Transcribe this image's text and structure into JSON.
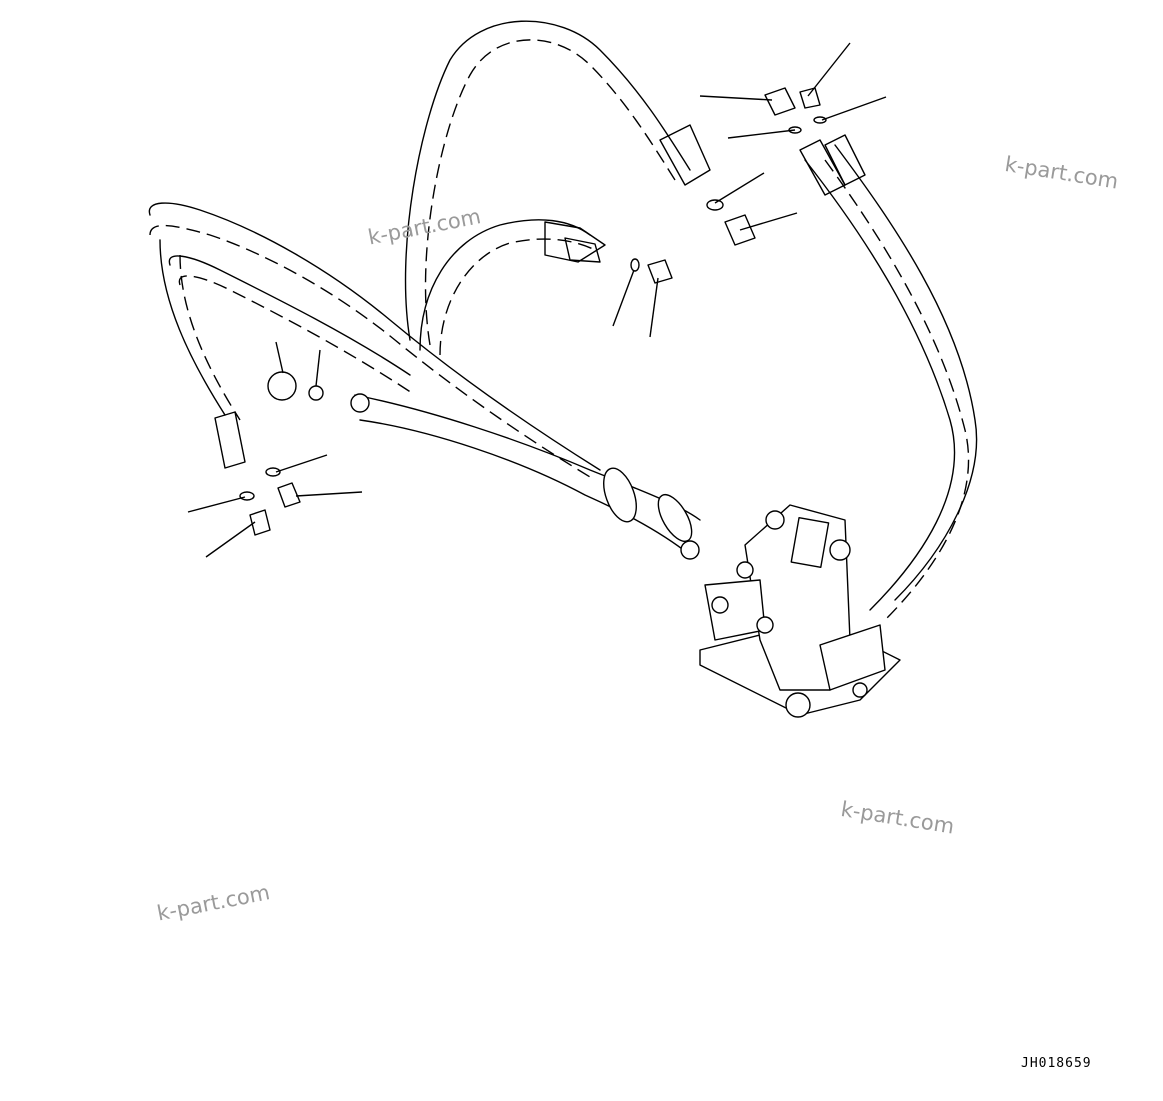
{
  "diagram": {
    "drawing_code": "JH018659",
    "watermarks": [
      "k-part.com",
      "k-part.com",
      "k-part.com",
      "k-part.com"
    ]
  }
}
